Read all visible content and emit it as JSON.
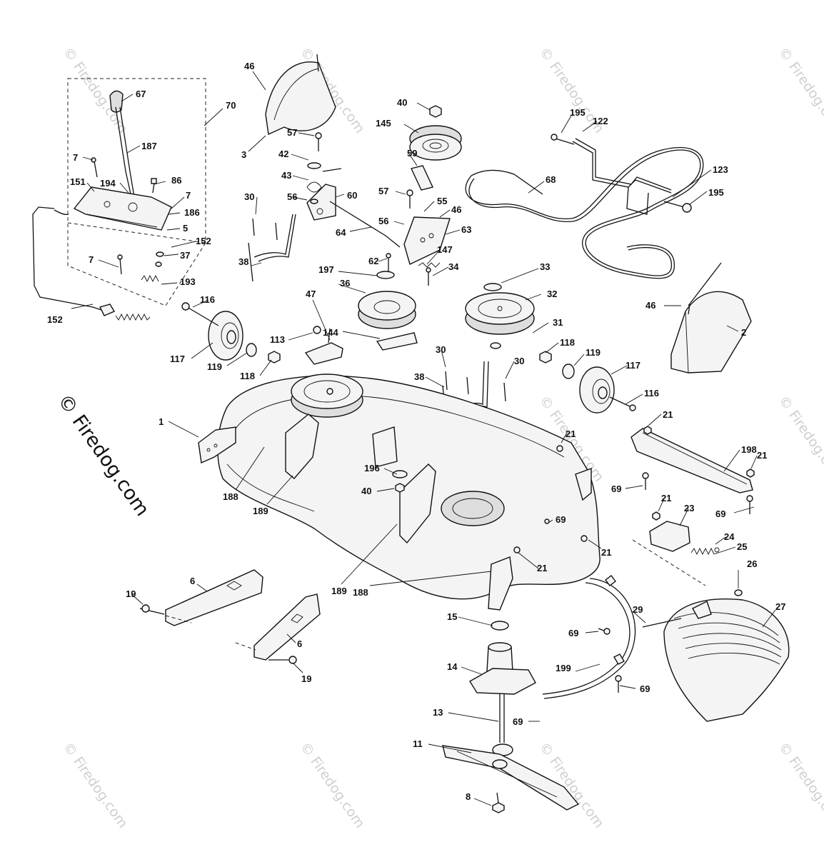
{
  "watermark": {
    "text": "© Firedog.com",
    "big_text": "© Firedog.com",
    "color": "#cfcfcf"
  },
  "callouts": [
    {
      "label": "46"
    },
    {
      "label": "3"
    },
    {
      "label": "70"
    },
    {
      "label": "67"
    },
    {
      "label": "187"
    },
    {
      "label": "7"
    },
    {
      "label": "86"
    },
    {
      "label": "151"
    },
    {
      "label": "194"
    },
    {
      "label": "7"
    },
    {
      "label": "186"
    },
    {
      "label": "5"
    },
    {
      "label": "152"
    },
    {
      "label": "37"
    },
    {
      "label": "7"
    },
    {
      "label": "193"
    },
    {
      "label": "152"
    },
    {
      "label": "40"
    },
    {
      "label": "145"
    },
    {
      "label": "57"
    },
    {
      "label": "59"
    },
    {
      "label": "42"
    },
    {
      "label": "43"
    },
    {
      "label": "60"
    },
    {
      "label": "56"
    },
    {
      "label": "57"
    },
    {
      "label": "55"
    },
    {
      "label": "46"
    },
    {
      "label": "56"
    },
    {
      "label": "64"
    },
    {
      "label": "63"
    },
    {
      "label": "30"
    },
    {
      "label": "62"
    },
    {
      "label": "147"
    },
    {
      "label": "38"
    },
    {
      "label": "197"
    },
    {
      "label": "34"
    },
    {
      "label": "36"
    },
    {
      "label": "47"
    },
    {
      "label": "144"
    },
    {
      "label": "116"
    },
    {
      "label": "113"
    },
    {
      "label": "117"
    },
    {
      "label": "119"
    },
    {
      "label": "118"
    },
    {
      "label": "195"
    },
    {
      "label": "122"
    },
    {
      "label": "68"
    },
    {
      "label": "123"
    },
    {
      "label": "195"
    },
    {
      "label": "33"
    },
    {
      "label": "32"
    },
    {
      "label": "31"
    },
    {
      "label": "46"
    },
    {
      "label": "2"
    },
    {
      "label": "118"
    },
    {
      "label": "119"
    },
    {
      "label": "117"
    },
    {
      "label": "116"
    },
    {
      "label": "30"
    },
    {
      "label": "30"
    },
    {
      "label": "38"
    },
    {
      "label": "1"
    },
    {
      "label": "21"
    },
    {
      "label": "21"
    },
    {
      "label": "198"
    },
    {
      "label": "21"
    },
    {
      "label": "69"
    },
    {
      "label": "196"
    },
    {
      "label": "40"
    },
    {
      "label": "188"
    },
    {
      "label": "189"
    },
    {
      "label": "69"
    },
    {
      "label": "21"
    },
    {
      "label": "23"
    },
    {
      "label": "69"
    },
    {
      "label": "24"
    },
    {
      "label": "25"
    },
    {
      "label": "21"
    },
    {
      "label": "21"
    },
    {
      "label": "189"
    },
    {
      "label": "188"
    },
    {
      "label": "26"
    },
    {
      "label": "6"
    },
    {
      "label": "19"
    },
    {
      "label": "15"
    },
    {
      "label": "29"
    },
    {
      "label": "27"
    },
    {
      "label": "69"
    },
    {
      "label": "6"
    },
    {
      "label": "19"
    },
    {
      "label": "14"
    },
    {
      "label": "199"
    },
    {
      "label": "69"
    },
    {
      "label": "13"
    },
    {
      "label": "69"
    },
    {
      "label": "11"
    },
    {
      "label": "8"
    }
  ]
}
